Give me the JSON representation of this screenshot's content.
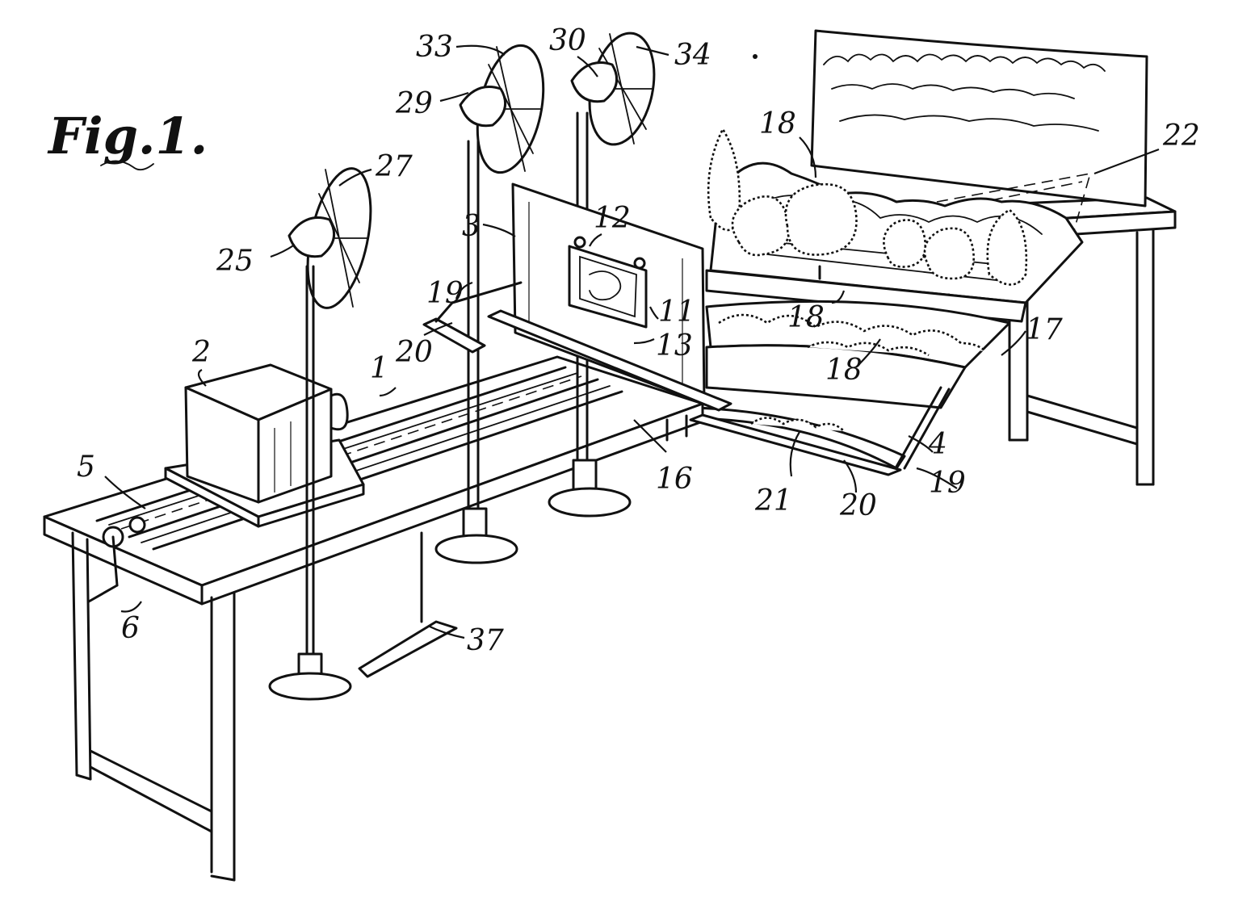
{
  "figure": {
    "title": "Fig.1."
  },
  "ref_labels": [
    {
      "key": "n1",
      "text": "1"
    },
    {
      "key": "n2",
      "text": "2"
    },
    {
      "key": "n3",
      "text": "3"
    },
    {
      "key": "n4",
      "text": "4"
    },
    {
      "key": "n5",
      "text": "5"
    },
    {
      "key": "n6",
      "text": "6"
    },
    {
      "key": "n11",
      "text": "11"
    },
    {
      "key": "n12",
      "text": "12"
    },
    {
      "key": "n13",
      "text": "13"
    },
    {
      "key": "n16",
      "text": "16"
    },
    {
      "key": "n17",
      "text": "17"
    },
    {
      "key": "n18a",
      "text": "18"
    },
    {
      "key": "n18b",
      "text": "18"
    },
    {
      "key": "n18c",
      "text": "18"
    },
    {
      "key": "n19a",
      "text": "19"
    },
    {
      "key": "n19b",
      "text": "19"
    },
    {
      "key": "n20a",
      "text": "20"
    },
    {
      "key": "n20b",
      "text": "20"
    },
    {
      "key": "n21",
      "text": "21"
    },
    {
      "key": "n22",
      "text": "22"
    },
    {
      "key": "n25",
      "text": "25"
    },
    {
      "key": "n27",
      "text": "27"
    },
    {
      "key": "n29",
      "text": "29"
    },
    {
      "key": "n30",
      "text": "30"
    },
    {
      "key": "n33",
      "text": "33"
    },
    {
      "key": "n34",
      "text": "34"
    },
    {
      "key": "n37",
      "text": "37"
    }
  ]
}
